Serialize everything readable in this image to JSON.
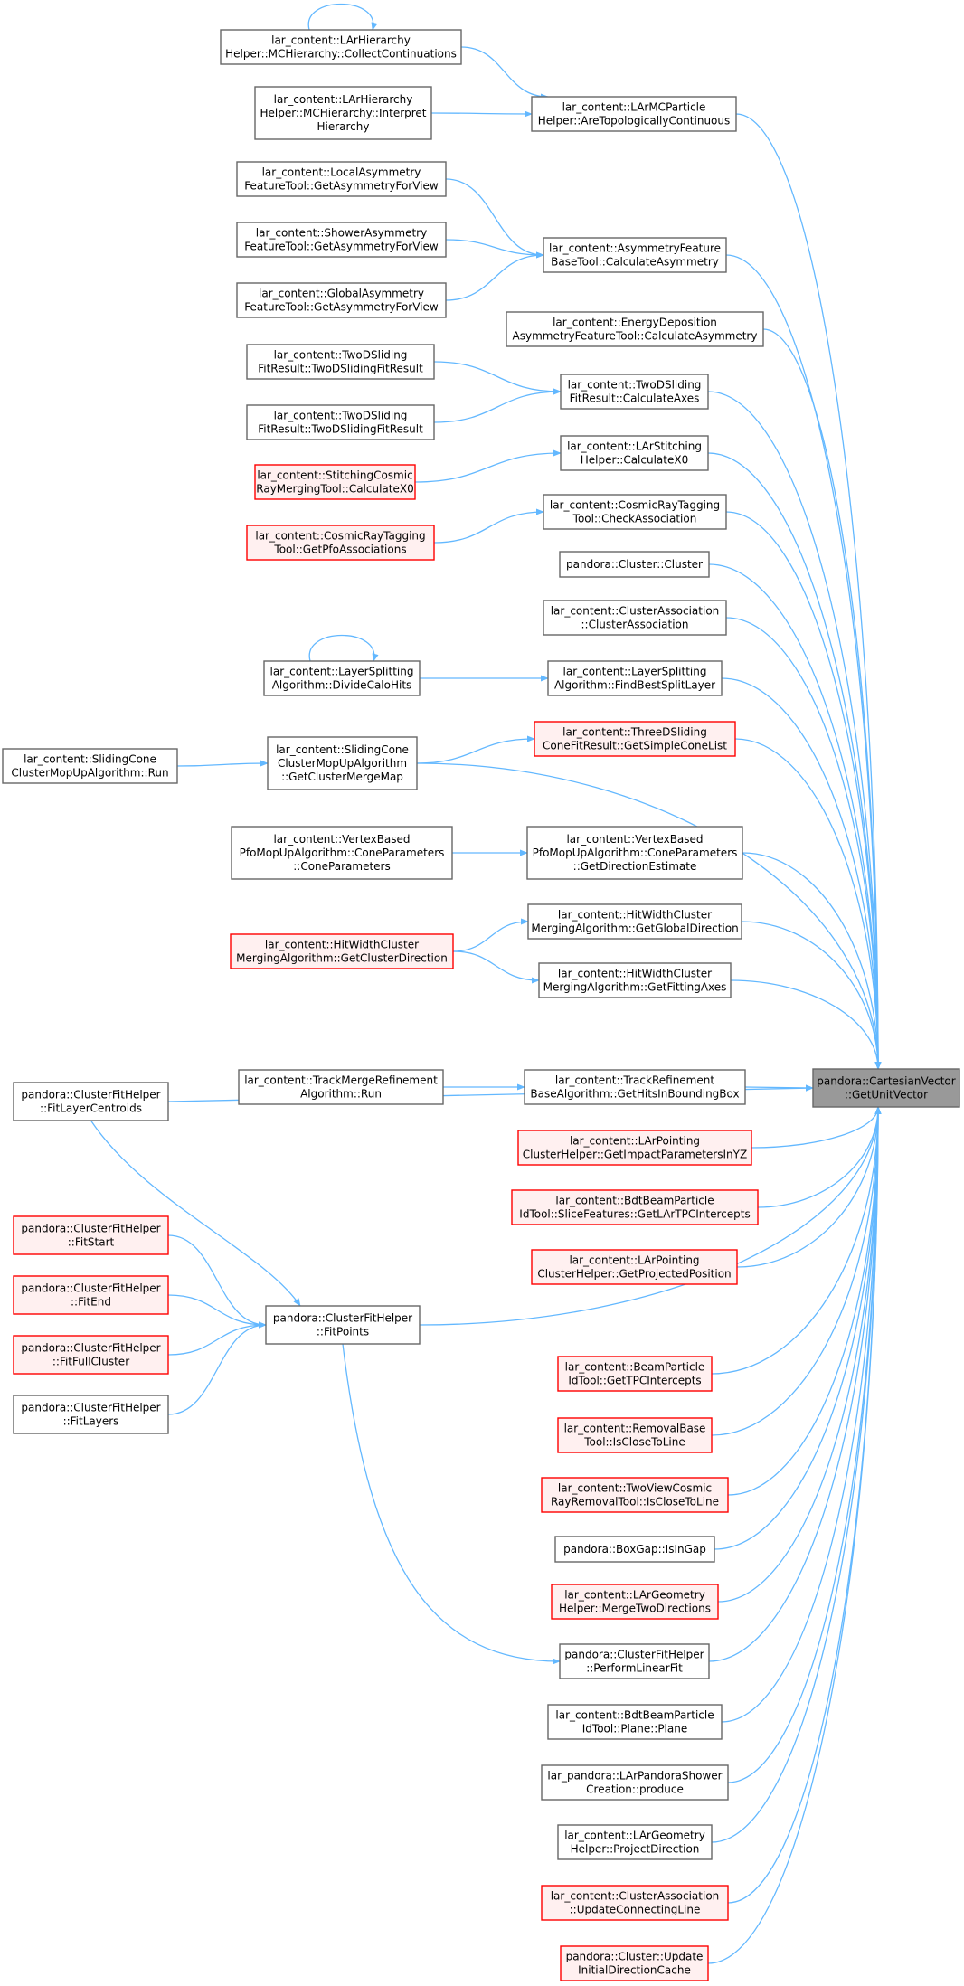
{
  "nodes": [
    {
      "id": "target",
      "lines": [
        "pandora::CartesianVector",
        "::GetUnitVector"
      ],
      "style": "target"
    },
    {
      "id": "collect",
      "lines": [
        "lar_content::LArHierarchy",
        "Helper::MCHierarchy::CollectContinuations"
      ],
      "style": "normal"
    },
    {
      "id": "interpret",
      "lines": [
        "lar_content::LArHierarchy",
        "Helper::MCHierarchy::Interpret",
        "Hierarchy"
      ],
      "style": "normal"
    },
    {
      "id": "topo",
      "lines": [
        "lar_content::LArMCParticle",
        "Helper::AreTopologicallyContinuous"
      ],
      "style": "normal"
    },
    {
      "id": "localasym",
      "lines": [
        "lar_content::LocalAsymmetry",
        "FeatureTool::GetAsymmetryForView"
      ],
      "style": "normal"
    },
    {
      "id": "showerasym",
      "lines": [
        "lar_content::ShowerAsymmetry",
        "FeatureTool::GetAsymmetryForView"
      ],
      "style": "normal"
    },
    {
      "id": "globalasym",
      "lines": [
        "lar_content::GlobalAsymmetry",
        "FeatureTool::GetAsymmetryForView"
      ],
      "style": "normal"
    },
    {
      "id": "calcasym",
      "lines": [
        "lar_content::AsymmetryFeature",
        "BaseTool::CalculateAsymmetry"
      ],
      "style": "normal"
    },
    {
      "id": "energydep",
      "lines": [
        "lar_content::EnergyDeposition",
        "AsymmetryFeatureTool::CalculateAsymmetry"
      ],
      "style": "normal"
    },
    {
      "id": "tdsfr1",
      "lines": [
        "lar_content::TwoDSliding",
        "FitResult::TwoDSlidingFitResult"
      ],
      "style": "normal"
    },
    {
      "id": "tdsfr2",
      "lines": [
        "lar_content::TwoDSliding",
        "FitResult::TwoDSlidingFitResult"
      ],
      "style": "normal"
    },
    {
      "id": "calcaxes",
      "lines": [
        "lar_content::TwoDSliding",
        "FitResult::CalculateAxes"
      ],
      "style": "normal"
    },
    {
      "id": "stitchcosmic",
      "lines": [
        "lar_content::StitchingCosmic",
        "RayMergingTool::CalculateX0"
      ],
      "style": "red"
    },
    {
      "id": "stitchhelper",
      "lines": [
        "lar_content::LArStitching",
        "Helper::CalculateX0"
      ],
      "style": "normal"
    },
    {
      "id": "getpfoassoc",
      "lines": [
        "lar_content::CosmicRayTagging",
        "Tool::GetPfoAssociations"
      ],
      "style": "red"
    },
    {
      "id": "checkassoc",
      "lines": [
        "lar_content::CosmicRayTagging",
        "Tool::CheckAssociation"
      ],
      "style": "normal"
    },
    {
      "id": "cluster",
      "lines": [
        "pandora::Cluster::Cluster"
      ],
      "style": "normal"
    },
    {
      "id": "clusterassoc",
      "lines": [
        "lar_content::ClusterAssociation",
        "::ClusterAssociation"
      ],
      "style": "normal"
    },
    {
      "id": "dividecalo",
      "lines": [
        "lar_content::LayerSplitting",
        "Algorithm::DivideCaloHits"
      ],
      "style": "normal"
    },
    {
      "id": "findbest",
      "lines": [
        "lar_content::LayerSplitting",
        "Algorithm::FindBestSplitLayer"
      ],
      "style": "normal"
    },
    {
      "id": "slidingrun",
      "lines": [
        "lar_content::SlidingCone",
        "ClusterMopUpAlgorithm::Run"
      ],
      "style": "normal"
    },
    {
      "id": "slidingmerge",
      "lines": [
        "lar_content::SlidingCone",
        "ClusterMopUpAlgorithm",
        "::GetClusterMergeMap"
      ],
      "style": "normal"
    },
    {
      "id": "simplecone",
      "lines": [
        "lar_content::ThreeDSliding",
        "ConeFitResult::GetSimpleConeList"
      ],
      "style": "red"
    },
    {
      "id": "coneparams",
      "lines": [
        "lar_content::VertexBased",
        "PfoMopUpAlgorithm::ConeParameters",
        "::ConeParameters"
      ],
      "style": "normal"
    },
    {
      "id": "direstimate",
      "lines": [
        "lar_content::VertexBased",
        "PfoMopUpAlgorithm::ConeParameters",
        "::GetDirectionEstimate"
      ],
      "style": "normal"
    },
    {
      "id": "globaldir",
      "lines": [
        "lar_content::HitWidthCluster",
        "MergingAlgorithm::GetGlobalDirection"
      ],
      "style": "normal"
    },
    {
      "id": "clusterdir",
      "lines": [
        "lar_content::HitWidthCluster",
        "MergingAlgorithm::GetClusterDirection"
      ],
      "style": "red"
    },
    {
      "id": "fittingaxes",
      "lines": [
        "lar_content::HitWidthCluster",
        "MergingAlgorithm::GetFittingAxes"
      ],
      "style": "normal"
    },
    {
      "id": "fitlayercentroids",
      "lines": [
        "pandora::ClusterFitHelper",
        "::FitLayerCentroids"
      ],
      "style": "normal"
    },
    {
      "id": "trackmergerun",
      "lines": [
        "lar_content::TrackMergeRefinement",
        "Algorithm::Run"
      ],
      "style": "normal"
    },
    {
      "id": "hitsinbox",
      "lines": [
        "lar_content::TrackRefinement",
        "BaseAlgorithm::GetHitsInBoundingBox"
      ],
      "style": "normal"
    },
    {
      "id": "impactyz",
      "lines": [
        "lar_content::LArPointing",
        "ClusterHelper::GetImpactParametersInYZ"
      ],
      "style": "red"
    },
    {
      "id": "slicefeatures",
      "lines": [
        "lar_content::BdtBeamParticle",
        "IdTool::SliceFeatures::GetLArTPCIntercepts"
      ],
      "style": "red"
    },
    {
      "id": "projpos",
      "lines": [
        "lar_content::LArPointing",
        "ClusterHelper::GetProjectedPosition"
      ],
      "style": "red"
    },
    {
      "id": "fitstart",
      "lines": [
        "pandora::ClusterFitHelper",
        "::FitStart"
      ],
      "style": "red"
    },
    {
      "id": "fitend",
      "lines": [
        "pandora::ClusterFitHelper",
        "::FitEnd"
      ],
      "style": "red"
    },
    {
      "id": "fitfull",
      "lines": [
        "pandora::ClusterFitHelper",
        "::FitFullCluster"
      ],
      "style": "red"
    },
    {
      "id": "fitlayers",
      "lines": [
        "pandora::ClusterFitHelper",
        "::FitLayers"
      ],
      "style": "normal"
    },
    {
      "id": "fitpoints",
      "lines": [
        "pandora::ClusterFitHelper",
        "::FitPoints"
      ],
      "style": "normal"
    },
    {
      "id": "beamtpc",
      "lines": [
        "lar_content::BeamParticle",
        "IdTool::GetTPCIntercepts"
      ],
      "style": "red"
    },
    {
      "id": "removalclose",
      "lines": [
        "lar_content::RemovalBase",
        "Tool::IsCloseToLine"
      ],
      "style": "red"
    },
    {
      "id": "twoviewclose",
      "lines": [
        "lar_content::TwoViewCosmic",
        "RayRemovalTool::IsCloseToLine"
      ],
      "style": "red"
    },
    {
      "id": "boxgap",
      "lines": [
        "pandora::BoxGap::IsInGap"
      ],
      "style": "normal"
    },
    {
      "id": "mergetwodir",
      "lines": [
        "lar_content::LArGeometry",
        "Helper::MergeTwoDirections"
      ],
      "style": "red"
    },
    {
      "id": "linearfit",
      "lines": [
        "pandora::ClusterFitHelper",
        "::PerformLinearFit"
      ],
      "style": "normal"
    },
    {
      "id": "planeplane",
      "lines": [
        "lar_content::BdtBeamParticle",
        "IdTool::Plane::Plane"
      ],
      "style": "normal"
    },
    {
      "id": "showerproduce",
      "lines": [
        "lar_pandora::LArPandoraShower",
        "Creation::produce"
      ],
      "style": "normal"
    },
    {
      "id": "projdir",
      "lines": [
        "lar_content::LArGeometry",
        "Helper::ProjectDirection"
      ],
      "style": "normal"
    },
    {
      "id": "updateline",
      "lines": [
        "lar_content::ClusterAssociation",
        "::UpdateConnectingLine"
      ],
      "style": "red"
    },
    {
      "id": "updatecache",
      "lines": [
        "pandora::Cluster::Update",
        "InitialDirectionCache"
      ],
      "style": "red"
    }
  ],
  "edges": [
    {
      "from": "collect",
      "to": "collect"
    },
    {
      "from": "collect",
      "to": "topo"
    },
    {
      "from": "interpret",
      "to": "topo"
    },
    {
      "from": "topo",
      "to": "target"
    },
    {
      "from": "localasym",
      "to": "calcasym"
    },
    {
      "from": "showerasym",
      "to": "calcasym"
    },
    {
      "from": "globalasym",
      "to": "calcasym"
    },
    {
      "from": "calcasym",
      "to": "target"
    },
    {
      "from": "energydep",
      "to": "target"
    },
    {
      "from": "tdsfr1",
      "to": "calcaxes"
    },
    {
      "from": "tdsfr2",
      "to": "calcaxes"
    },
    {
      "from": "calcaxes",
      "to": "target"
    },
    {
      "from": "stitchcosmic",
      "to": "stitchhelper"
    },
    {
      "from": "stitchhelper",
      "to": "target"
    },
    {
      "from": "getpfoassoc",
      "to": "checkassoc"
    },
    {
      "from": "checkassoc",
      "to": "target"
    },
    {
      "from": "cluster",
      "to": "target"
    },
    {
      "from": "clusterassoc",
      "to": "target"
    },
    {
      "from": "dividecalo",
      "to": "dividecalo"
    },
    {
      "from": "dividecalo",
      "to": "findbest"
    },
    {
      "from": "findbest",
      "to": "target"
    },
    {
      "from": "slidingrun",
      "to": "slidingmerge"
    },
    {
      "from": "slidingmerge",
      "to": "simplecone"
    },
    {
      "from": "slidingmerge",
      "to": "target"
    },
    {
      "from": "simplecone",
      "to": "target"
    },
    {
      "from": "coneparams",
      "to": "direstimate"
    },
    {
      "from": "direstimate",
      "to": "target"
    },
    {
      "from": "clusterdir",
      "to": "globaldir"
    },
    {
      "from": "clusterdir",
      "to": "fittingaxes"
    },
    {
      "from": "globaldir",
      "to": "target"
    },
    {
      "from": "fittingaxes",
      "to": "target"
    },
    {
      "from": "fitlayercentroids",
      "to": "target"
    },
    {
      "from": "trackmergerun",
      "to": "hitsinbox"
    },
    {
      "from": "hitsinbox",
      "to": "target"
    },
    {
      "from": "impactyz",
      "to": "target"
    },
    {
      "from": "slicefeatures",
      "to": "target"
    },
    {
      "from": "projpos",
      "to": "target"
    },
    {
      "from": "fitlayercentroids",
      "to": "fitpoints"
    },
    {
      "from": "fitstart",
      "to": "fitpoints"
    },
    {
      "from": "fitend",
      "to": "fitpoints"
    },
    {
      "from": "fitfull",
      "to": "fitpoints"
    },
    {
      "from": "fitlayers",
      "to": "fitpoints"
    },
    {
      "from": "fitpoints",
      "to": "target"
    },
    {
      "from": "fitpoints",
      "to": "linearfit"
    },
    {
      "from": "beamtpc",
      "to": "target"
    },
    {
      "from": "removalclose",
      "to": "target"
    },
    {
      "from": "twoviewclose",
      "to": "target"
    },
    {
      "from": "boxgap",
      "to": "target"
    },
    {
      "from": "mergetwodir",
      "to": "target"
    },
    {
      "from": "linearfit",
      "to": "target"
    },
    {
      "from": "planeplane",
      "to": "target"
    },
    {
      "from": "showerproduce",
      "to": "target"
    },
    {
      "from": "projdir",
      "to": "target"
    },
    {
      "from": "updateline",
      "to": "target"
    },
    {
      "from": "updatecache",
      "to": "target"
    }
  ],
  "colors": {
    "edge": "#63b8ff",
    "node_border": "#666666",
    "node_fill": "#ffffff",
    "red_border": "#ff0000",
    "red_fill": "#fff0f0",
    "target_fill": "#999999"
  }
}
